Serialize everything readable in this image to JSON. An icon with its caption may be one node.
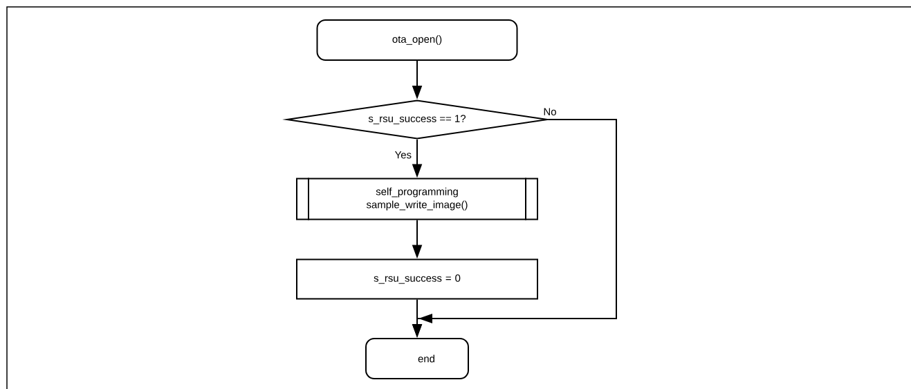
{
  "diagram": {
    "nodes": [
      {
        "text": [
          "ota_open()"
        ]
      },
      {
        "text": [
          "s_rsu_success == 1?"
        ]
      },
      {
        "text": [
          "self_programming sample_write_image()"
        ]
      },
      {
        "text": [
          "s_rsu_success = 0"
        ]
      },
      {
        "text": [
          "end"
        ]
      }
    ],
    "edges": [
      {
        "from": 0,
        "to": 1,
        "arrow": "to"
      },
      {
        "from": 1,
        "to": 2,
        "arrow": "to",
        "label": "Yes"
      },
      {
        "from": 2,
        "to": 3,
        "arrow": "to"
      },
      {
        "from": 3,
        "to": 4,
        "arrow": "to"
      },
      {
        "from": 1,
        "to": 4,
        "arrow": "to",
        "label": "No"
      }
    ]
  }
}
